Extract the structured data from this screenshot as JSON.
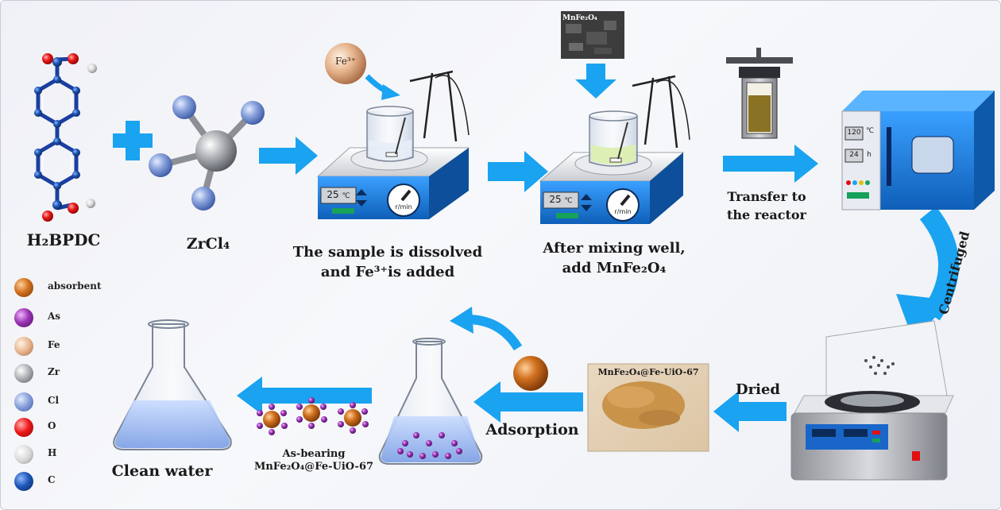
{
  "labels": {
    "h2bpdc": "H₂BPDC",
    "zrcl4": "ZrCl₄",
    "step1_line1": "The sample is dissolved",
    "step1_line2": "and Fe³⁺is added",
    "step2_line1": "After mixing well,",
    "step2_line2": "add MnFe₂O₄",
    "transfer_line1": "Transfer to",
    "transfer_line2": "the reactor",
    "centrifuged": "Centrifuged",
    "dried": "Dried",
    "adsorption": "Adsorption",
    "clean_water": "Clean water",
    "as_bearing_line1": "As-bearing",
    "as_bearing_line2": "MnFe₂O₄@Fe-UiO-67",
    "product_photo": "MnFe₂O₄@Fe-UiO-67",
    "sem_inset": "MnFe₂O₄",
    "fe_ion": "Fe³⁺"
  },
  "stirrers": [
    {
      "temp": "25",
      "unit": "℃",
      "speed_unit": "r/min"
    },
    {
      "temp": "25",
      "unit": "℃",
      "speed_unit": "r/min"
    }
  ],
  "oven": {
    "temp": "120",
    "temp_unit": "℃",
    "time": "24",
    "time_unit": "h"
  },
  "legend": [
    {
      "label": "absorbent",
      "color": "#c8641c"
    },
    {
      "label": "As",
      "color": "#8a2aa0"
    },
    {
      "label": "Fe",
      "color": "#e6b48c"
    },
    {
      "label": "Zr",
      "color": "#a6a8ad"
    },
    {
      "label": "Cl",
      "color": "#7d96d0"
    },
    {
      "label": "O",
      "color": "#e01010"
    },
    {
      "label": "H",
      "color": "#d8d8d8"
    },
    {
      "label": "C",
      "color": "#1a4fa8"
    }
  ],
  "colors": {
    "arrow": "#1aa3f0",
    "molecule_bond": "#1b3fa0",
    "instrument_blue": "#1a7fd8"
  }
}
